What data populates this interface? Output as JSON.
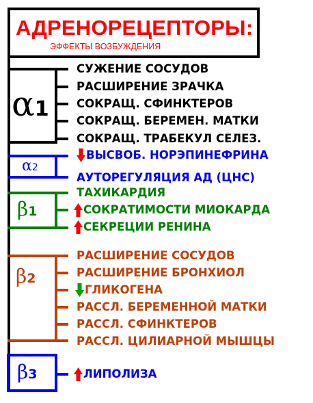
{
  "title": {
    "main": "АДРЕНОРЕЦЕПТОРЫ:",
    "subtitle": "ЭФФЕКТЫ ВОЗБУЖДЕНИЯ"
  },
  "colors": {
    "alpha1": "#000000",
    "alpha2": "#0000ff",
    "beta1": "#008000",
    "beta2": "#c0400a",
    "beta3": "#0000ff",
    "arrow_red": "#ff0000",
    "arrow_green": "#00a000"
  },
  "receptors": {
    "alpha1": {
      "symbol": "α",
      "subscript": "1",
      "effects": [
        "СУЖЕНИЕ СОСУДОВ",
        "РАСШИРЕНИЕ ЗРАЧКА",
        "СОКРАЩ. СФИНКТЕРОВ",
        "СОКРАЩ. БЕРЕМЕН. МАТКИ",
        "СОКРАЩ. ТРАБЕКУЛ СЕЛЕЗ."
      ]
    },
    "alpha2": {
      "symbol": "α",
      "subscript": "2",
      "effects": [
        {
          "icon": "arrow-down-red",
          "text": "ВЫСВОБ. НОРЭПИНЕФРИНА"
        },
        {
          "icon": "",
          "text": "АУТОРЕГУЛЯЦИЯ АД (ЦНС)"
        }
      ]
    },
    "beta1": {
      "symbol": "β",
      "subscript": "1",
      "effects": [
        {
          "icon": "",
          "text": "ТАХИКАРДИЯ"
        },
        {
          "icon": "arrow-up-red",
          "text": "СОКРАТИМОСТИ  МИОКАРДА"
        },
        {
          "icon": "arrow-up-red",
          "text": "СЕКРЕЦИИ РЕНИНА"
        }
      ]
    },
    "beta2": {
      "symbol": "β",
      "subscript": "2",
      "effects": [
        {
          "icon": "",
          "text": "РАСШИРЕНИЕ СОСУДОВ"
        },
        {
          "icon": "",
          "text": "РАСШИРЕНИЕ БРОНХИОЛ"
        },
        {
          "icon": "arrow-down-green",
          "text": "ГЛИКОГЕНА"
        },
        {
          "icon": "",
          "text": "РАССЛ. БЕРЕМЕННОЙ МАТКИ"
        },
        {
          "icon": "",
          "text": "РАССЛ. СФИНКТЕРОВ"
        },
        {
          "icon": "",
          "text": "РАССЛ. ЦИЛИАРНОЙ МЫШЦЫ"
        }
      ]
    },
    "beta3": {
      "symbol": "β",
      "subscript": "3",
      "effects": [
        {
          "icon": "arrow-up-red",
          "text": "ЛИПОЛИЗА"
        }
      ]
    }
  }
}
